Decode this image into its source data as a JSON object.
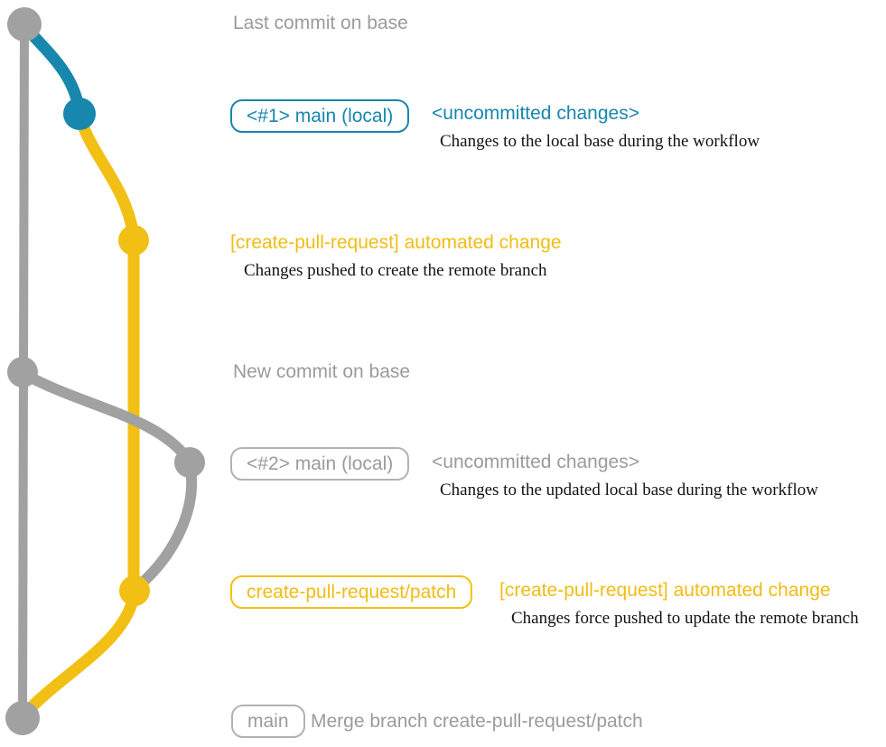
{
  "colors": {
    "gray": "#a1a1a1",
    "gray_text": "#9b9b9b",
    "gray_border": "#b2b2b2",
    "blue": "#1787ad",
    "yellow": "#f2c014",
    "yellow_text": "#f1bc15",
    "ink": "#121212"
  },
  "graph": {
    "type": "git-graph",
    "branches": [
      {
        "name": "base",
        "color": "#a1a1a1"
      },
      {
        "name": "main (local)",
        "color": "#1787ad"
      },
      {
        "name": "create-pull-request/patch",
        "color": "#f2c014"
      }
    ]
  },
  "labels": {
    "last_commit_on_base": "Last commit on base",
    "badge_main_local_1": "<#1> main (local)",
    "uncommitted_changes_1": "<uncommitted changes>",
    "desc_local_base": "Changes to the local base during the workflow",
    "automated_change_1": "[create-pull-request] automated change",
    "desc_pushed_create": "Changes pushed to create the remote branch",
    "new_commit_on_base": "New commit on base",
    "badge_main_local_2": "<#2> main (local)",
    "uncommitted_changes_2": "<uncommitted changes>",
    "desc_updated_local_base": "Changes to the updated local base during the workflow",
    "badge_patch_branch": "create-pull-request/patch",
    "automated_change_2": "[create-pull-request] automated change",
    "desc_force_pushed": "Changes force pushed to update the remote branch",
    "badge_main": "main",
    "merge_message": "Merge branch create-pull-request/patch"
  }
}
